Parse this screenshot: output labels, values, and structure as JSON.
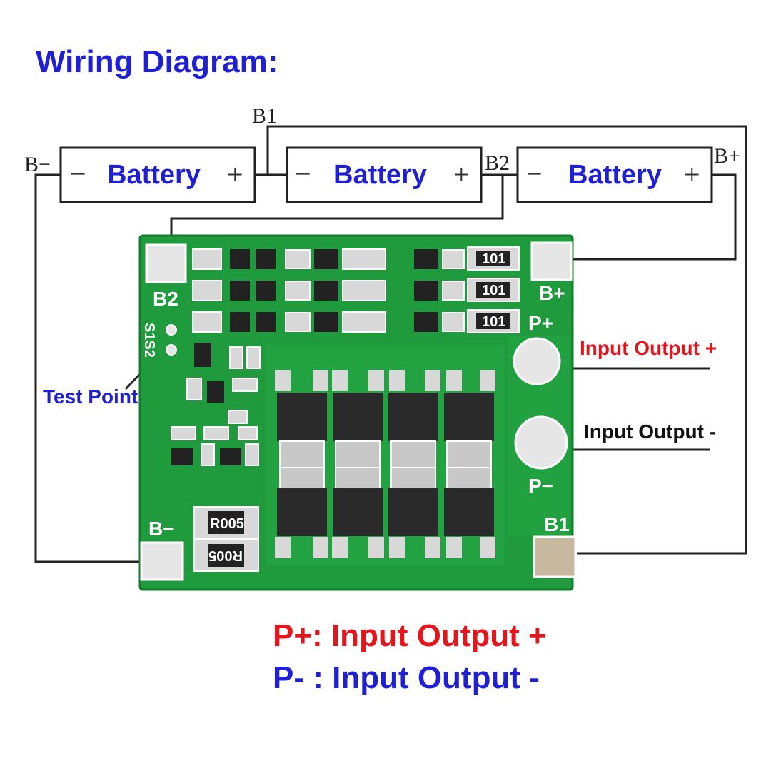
{
  "heading": "Wiring Diagram:",
  "nodes": {
    "b_minus": "B−",
    "b1": "B1",
    "b2": "B2",
    "b_plus": "B+"
  },
  "batteries": [
    {
      "label": "Battery",
      "minus": "−",
      "plus": "+"
    },
    {
      "label": "Battery",
      "minus": "−",
      "plus": "+"
    },
    {
      "label": "Battery",
      "minus": "−",
      "plus": "+"
    }
  ],
  "board": {
    "pad_b2": "B2",
    "pad_b_plus": "B+",
    "pad_p_plus": "P+",
    "pad_p_minus": "P−",
    "pad_b1": "B1",
    "pad_b_minus": "B−",
    "silk_s1s2": "S1S2",
    "resistor_101": "101",
    "shunt_r005": "R005",
    "pcb_color": "#1f9a3c"
  },
  "callouts": {
    "test_point": "Test Point",
    "input_output_plus": "Input Output +",
    "input_output_minus": "Input Output -"
  },
  "legend": {
    "line1": "P+: Input Output +",
    "line2": "P- : Input Output -"
  },
  "colors": {
    "blue_text": "#1f1fd6",
    "red_text": "#e8141c",
    "wire": "#222222",
    "pcb": "#1f9a3c"
  }
}
